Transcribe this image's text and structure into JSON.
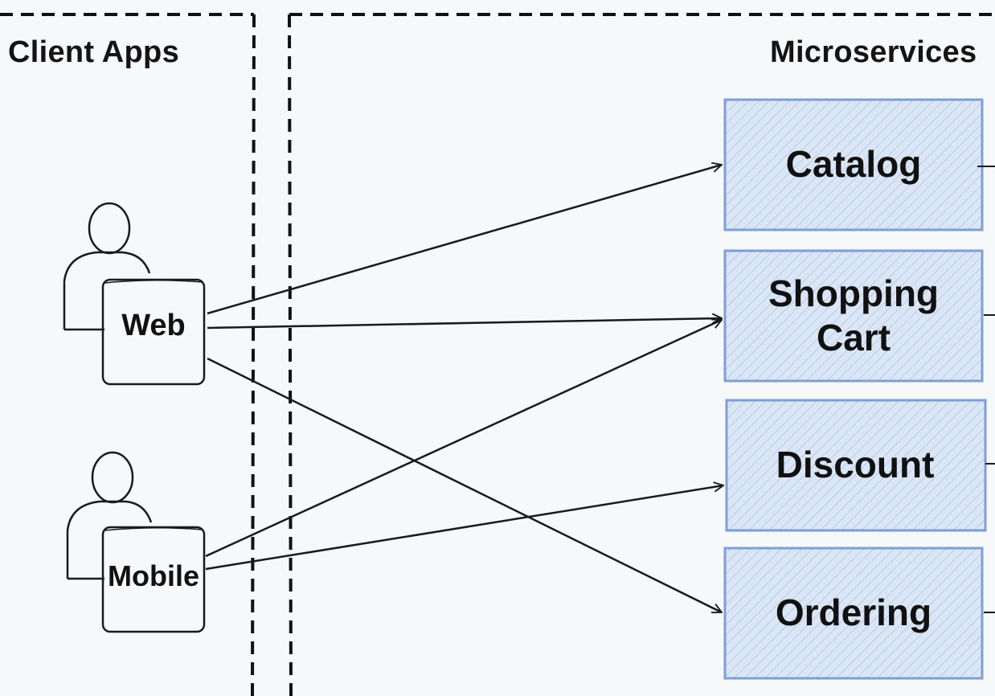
{
  "regions": {
    "client": "Client Apps",
    "microservices": "Microservices"
  },
  "clients": {
    "web": "Web",
    "mobile": "Mobile"
  },
  "services": {
    "catalog": "Catalog",
    "cart_line1": "Shopping",
    "cart_line2": "Cart",
    "discount": "Discount",
    "ordering": "Ordering"
  },
  "colors": {
    "service_fill": "#dbe6f5",
    "service_border": "#7d9fd6",
    "hatch": "#b8cbea",
    "stroke": "#1a1a1a"
  }
}
